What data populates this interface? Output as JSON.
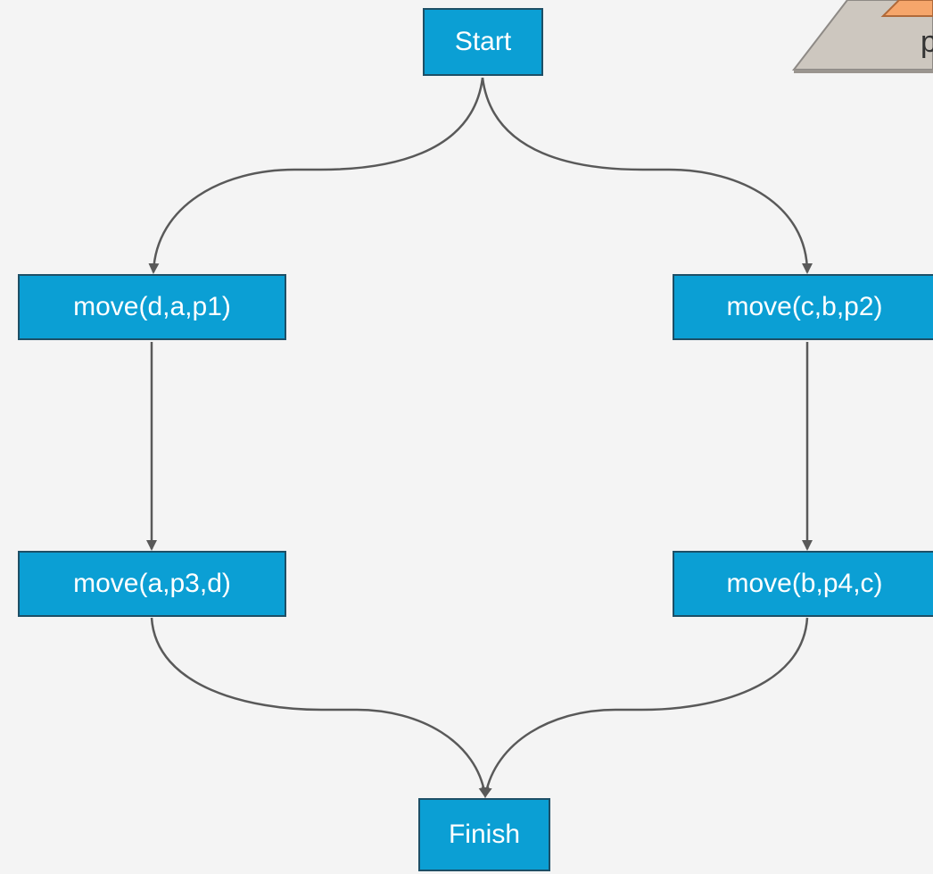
{
  "diagram": {
    "nodes": {
      "start": "Start",
      "a1": "move(d,a,p1)",
      "b1": "move(c,b,p2)",
      "a2": "move(a,p3,d)",
      "b2": "move(b,p4,c)",
      "finish": "Finish"
    },
    "edges": [
      {
        "from": "start",
        "to": "a1"
      },
      {
        "from": "start",
        "to": "b1"
      },
      {
        "from": "a1",
        "to": "a2"
      },
      {
        "from": "b1",
        "to": "b2"
      },
      {
        "from": "a2",
        "to": "finish"
      },
      {
        "from": "b2",
        "to": "finish"
      }
    ]
  },
  "corner_graphic": {
    "label": "p",
    "colors": {
      "slab": "#cdc7bf",
      "slab_edge": "#8e8a86",
      "block": "#f6a66b",
      "block_edge": "#b06a3a"
    }
  },
  "colors": {
    "background": "#f4f4f4",
    "node_fill": "#0b9fd4",
    "node_border": "#1d4f66",
    "node_text": "#ffffff",
    "edge": "#595959"
  }
}
